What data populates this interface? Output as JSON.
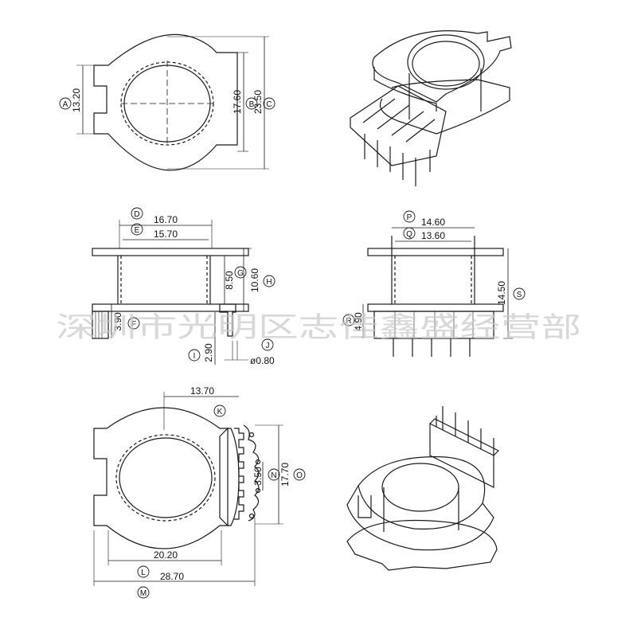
{
  "drawing": {
    "watermark": "深圳市光明区志佳鑫盛经营部",
    "callouts": [
      {
        "id": "A",
        "value": "13.20"
      },
      {
        "id": "B",
        "value": "17.60"
      },
      {
        "id": "C",
        "value": "23.50"
      },
      {
        "id": "D",
        "value": "16.70"
      },
      {
        "id": "E",
        "value": "15.70"
      },
      {
        "id": "F",
        "value": "3.90"
      },
      {
        "id": "G",
        "value": "8.50"
      },
      {
        "id": "H",
        "value": "10.60"
      },
      {
        "id": "I",
        "value": "2.90"
      },
      {
        "id": "J",
        "value": "ø0.80"
      },
      {
        "id": "K",
        "value": "13.70"
      },
      {
        "id": "L",
        "value": "20.20"
      },
      {
        "id": "M",
        "value": "28.70"
      },
      {
        "id": "N",
        "value": "3.50"
      },
      {
        "id": "O",
        "value": "17.70"
      },
      {
        "id": "P",
        "value": "14.60"
      },
      {
        "id": "Q",
        "value": "13.60"
      },
      {
        "id": "R",
        "value": "4.90"
      },
      {
        "id": "S",
        "value": "14.50"
      }
    ],
    "colors": {
      "line": "#1a1a1a",
      "watermark": "#c8c8c8",
      "background": "#ffffff"
    }
  }
}
